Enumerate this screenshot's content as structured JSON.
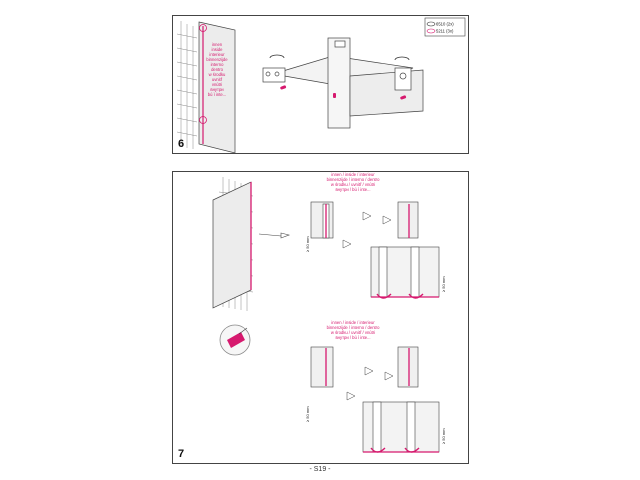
{
  "panel6": {
    "step_number": "6",
    "label_lines": [
      "innen",
      "inside",
      "interieur",
      "binnenzijde",
      "interno",
      "dentro",
      "w środku",
      "uvnitř",
      "vnútri",
      "внутри",
      "bú ì inte..."
    ],
    "legend": [
      "6510 (2x)",
      "5211 (3x)"
    ]
  },
  "panel7": {
    "step_number": "7",
    "label_top_lines": [
      "innen / inside / interieur",
      "binnenzijde / interno / dentro",
      "w środku / uvnitř / vnútri",
      "внутри / bú ì inte..."
    ],
    "label_bottom_lines": [
      "innen / inside / interieur",
      "binnenzijde / interno / dentro",
      "w środku / uvnitř / vnútri",
      "внутри / bú ì inte..."
    ],
    "dimension_labels": [
      "≥ 50 mm",
      "≥ 50 mm",
      "≥ 50 mm",
      "≥ 50 mm"
    ]
  },
  "footer": {
    "page_label": "- S19 -"
  },
  "colors": {
    "accent": "#d6196e",
    "line": "#444444",
    "glass": "#e6e6e6"
  }
}
